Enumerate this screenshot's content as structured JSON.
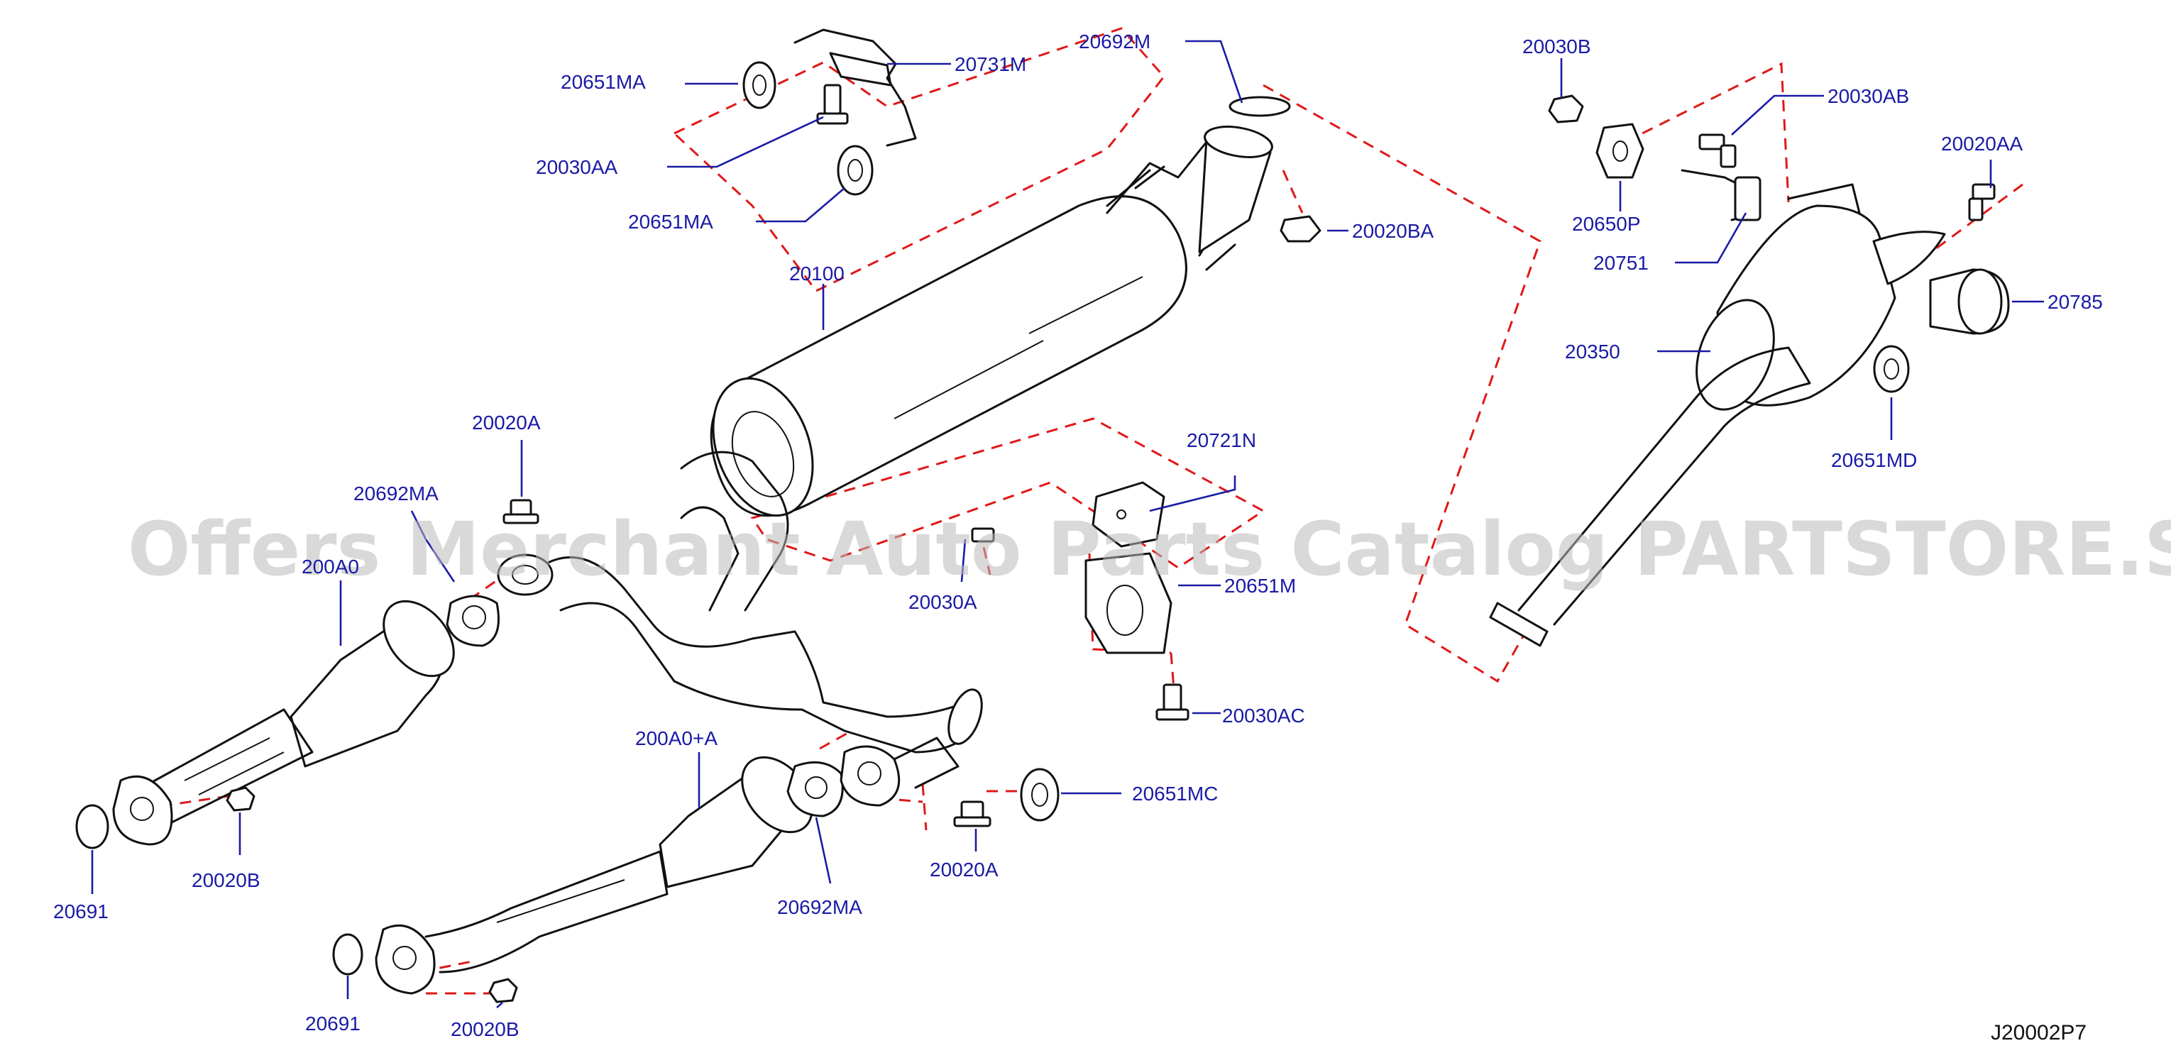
{
  "diagram": {
    "watermark": "Offers Merchant Auto Parts Catalog PARTSTORE.SA",
    "code": "J20002P7",
    "labels": {
      "p20651MA_top": "20651MA",
      "p20731M": "20731M",
      "p20030AA": "20030AA",
      "p20651MA_mid": "20651MA",
      "p20692M": "20692M",
      "p20020BA": "20020BA",
      "p20100": "20100",
      "p20030B": "20030B",
      "p20030AB": "20030AB",
      "p20020AA": "20020AA",
      "p20650P": "20650P",
      "p20751": "20751",
      "p20785": "20785",
      "p20350": "20350",
      "p20651MD": "20651MD",
      "p20020A_top": "20020A",
      "p20692MA_top": "20692MA",
      "p200A0": "200A0",
      "p20721N": "20721N",
      "p20030A": "20030A",
      "p20651M": "20651M",
      "p20030AC": "20030AC",
      "p200A0A": "200A0+A",
      "p20651MC": "20651MC",
      "p20691_left": "20691",
      "p20020B_left": "20020B",
      "p20020A_bot": "20020A",
      "p20692MA_bot": "20692MA",
      "p20691_bot": "20691",
      "p20020B_bot": "20020B"
    }
  }
}
